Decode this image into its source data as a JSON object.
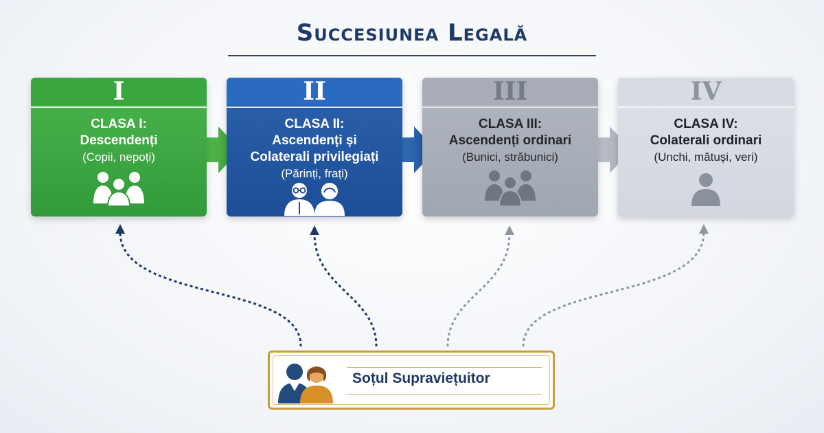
{
  "title": "Succesiunea Legală",
  "classes": [
    {
      "numeral": "I",
      "label": "CLASA I:",
      "heirs": [
        "Descendenți"
      ],
      "examples": "(Copii, nepoți)",
      "icon": "family-icon",
      "color": "#3aa640"
    },
    {
      "numeral": "II",
      "label": "CLASA II:",
      "heirs": [
        "Ascendenți și",
        "Colaterali privilegiați"
      ],
      "examples": "(Părinți, frați)",
      "icon": "elderly-couple-icon",
      "color": "#1d4e98"
    },
    {
      "numeral": "III",
      "label": "CLASA III:",
      "heirs": [
        "Ascendenți ordinari"
      ],
      "examples": "(Bunici, străbunici)",
      "icon": "people-group-icon",
      "color": "#a7acb6"
    },
    {
      "numeral": "IV",
      "label": "CLASA IV:",
      "heirs": [
        "Colaterali ordinari"
      ],
      "examples": "(Unchi, mătuși, veri)",
      "icon": "person-icon",
      "color": "#d7dbe2"
    }
  ],
  "spouse": {
    "label": "Soțul Supraviețuitor",
    "icon": "couple-icon",
    "accent": "#c89b3c"
  },
  "connectors": {
    "dark": "#1e3866",
    "light": "#8f96a2"
  }
}
